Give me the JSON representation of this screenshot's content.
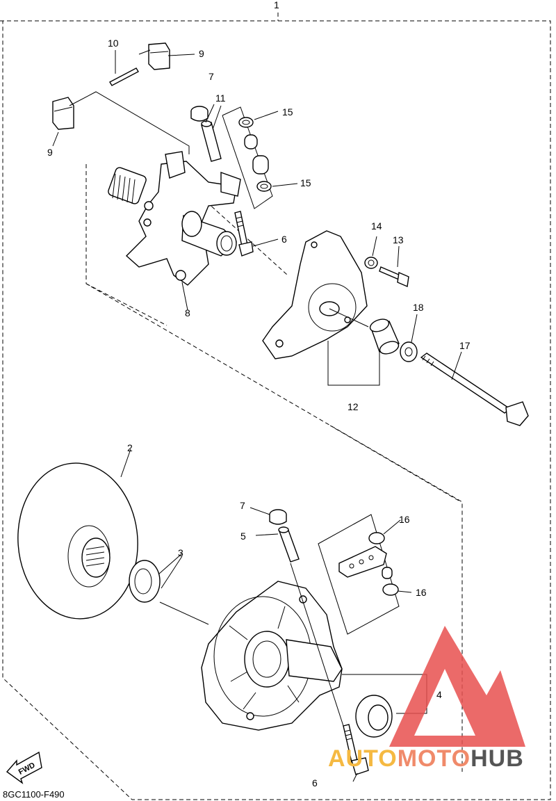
{
  "diagram": {
    "code": "8GC1100-F490",
    "fwd_label": "FWD",
    "callouts": {
      "c1": "1",
      "c2": "2",
      "c3": "3",
      "c4": "4",
      "c5": "5",
      "c6a": "6",
      "c6b": "6",
      "c7a": "7",
      "c7b": "7",
      "c8": "8",
      "c9a": "9",
      "c9b": "9",
      "c10": "10",
      "c11": "11",
      "c12": "12",
      "c13": "13",
      "c14": "14",
      "c15a": "15",
      "c15b": "15",
      "c16a": "16",
      "c16b": "16",
      "c17": "17",
      "c18": "18"
    }
  },
  "watermark": {
    "word_a": "AUTO",
    "word_b": "MOTO",
    "word_c": "HUB",
    "colors": {
      "triangle": "#e8504f",
      "auto": "#f5b942",
      "moto": "#f08a6a",
      "hub": "#555555"
    }
  }
}
